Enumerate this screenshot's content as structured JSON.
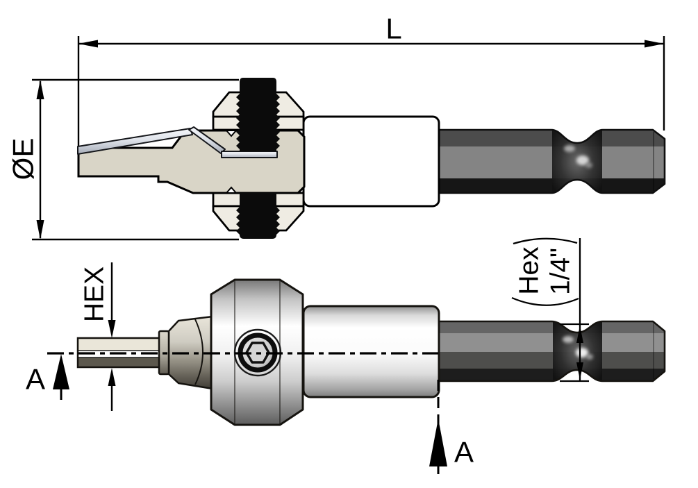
{
  "drawing": {
    "description": "Technical drawing of countersink stop bit with quick-change hex shank: sectioned side view (top) and external rendered view (bottom)",
    "background": "#ffffff",
    "line_color": "#000000"
  },
  "dimensions": {
    "overall_length": {
      "label": "L"
    },
    "outer_diameter": {
      "label": "ØE"
    },
    "drill_hex": {
      "label": "HEX"
    },
    "shank_hex": {
      "label_full": "(Hex 1/4\")",
      "line1": "Hex",
      "line2": "1/4\""
    },
    "section": {
      "left_label": "A",
      "right_label": "A"
    }
  },
  "colors": {
    "body_section": "#d9d5c7",
    "clamp_hardware": "#efece3",
    "set_screw": "#0b0b0b",
    "drill_rod": "#e3e7ee",
    "sleeve_fill": "#ffffff",
    "bit_top": "#eae6d9",
    "bit_stripe": "#fdfdfd",
    "bit_bottom": "#5c584d",
    "shank_top_band1": "#4c4c4c",
    "shank_top_band2": "#848484",
    "shank_top_band3": "#161616",
    "shank_bot_band1": "#656565",
    "shank_bot_band2": "#909090",
    "shank_bot_band3": "#4e4e4c",
    "shank_bot_band4": "#1d1d1d"
  }
}
